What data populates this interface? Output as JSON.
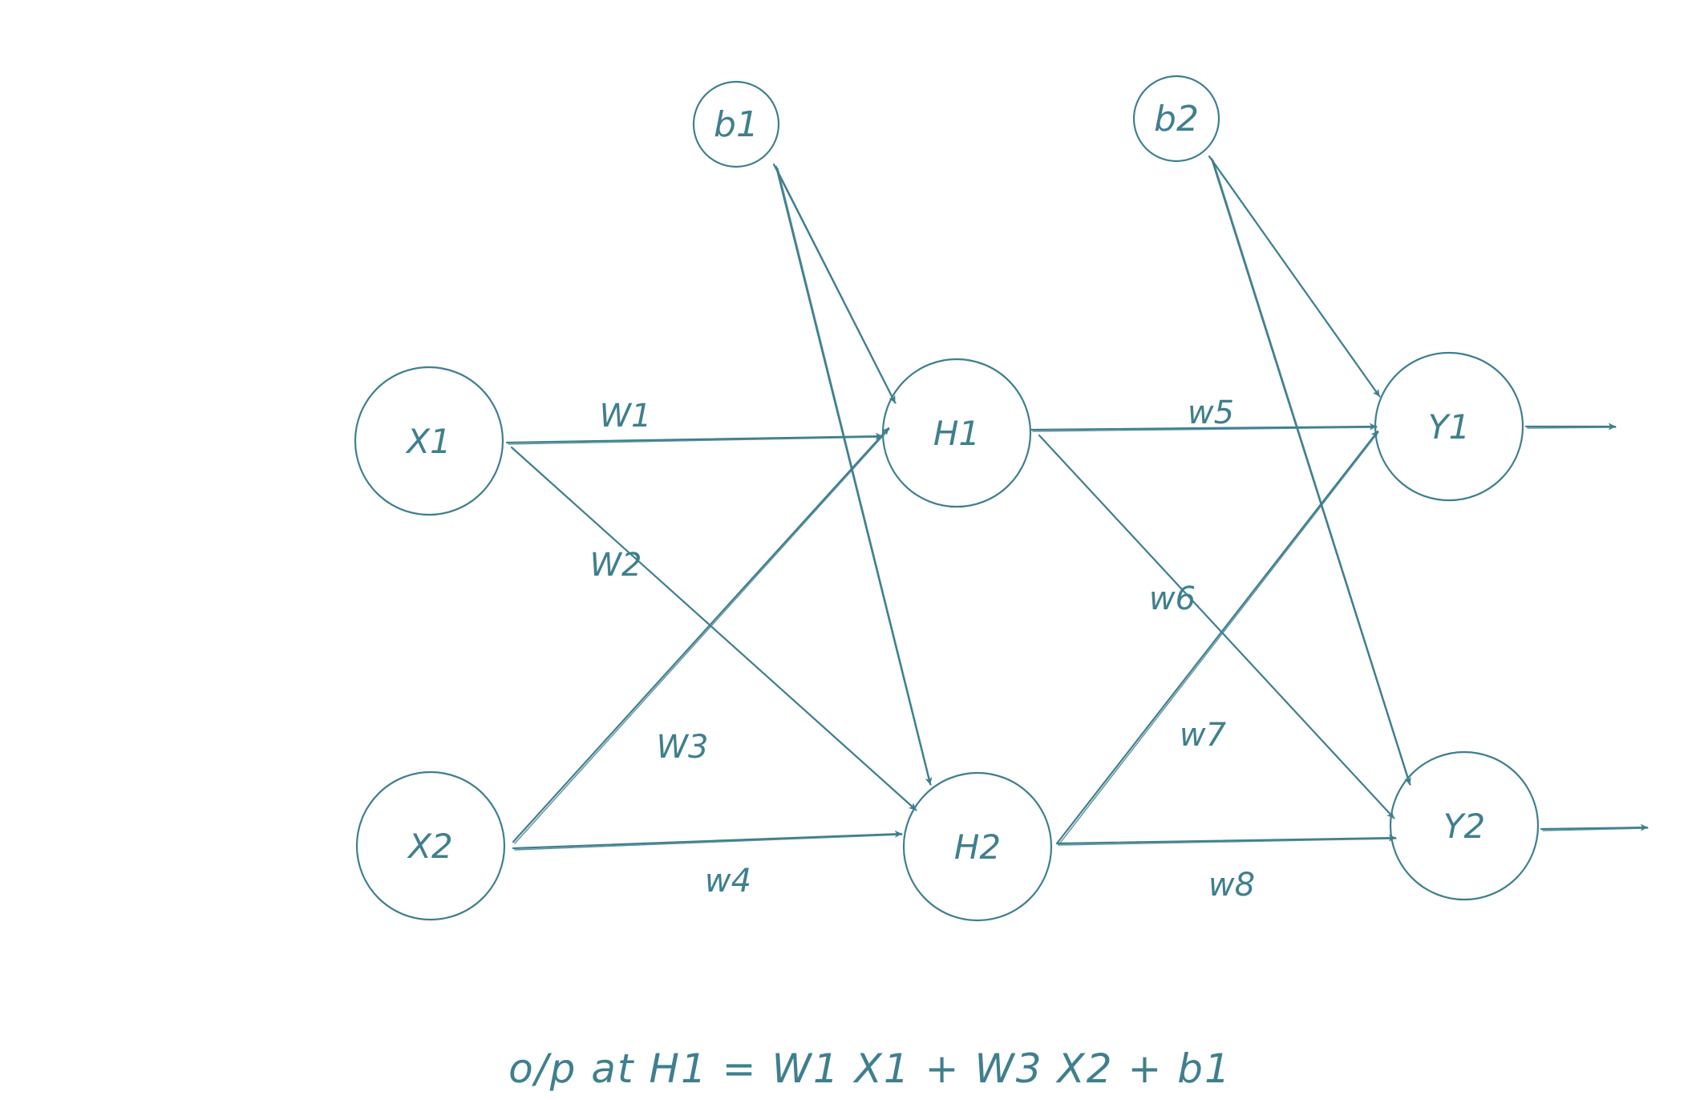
{
  "colors": {
    "ink": "#3f7f8e",
    "background": "#ffffff"
  },
  "nodes": {
    "b1": "b1",
    "b2": "b2",
    "x1": "X1",
    "x2": "X2",
    "h1": "H1",
    "h2": "H2",
    "y1": "Y1",
    "y2": "Y2"
  },
  "weights": {
    "w1": "W1",
    "w2": "W2",
    "w3": "W3",
    "w4": "w4",
    "w5": "w5",
    "w6": "w6",
    "w7": "w7",
    "w8": "w8"
  },
  "formula": "o/p at H1 = W1 X1 + W3 X2 + b1"
}
